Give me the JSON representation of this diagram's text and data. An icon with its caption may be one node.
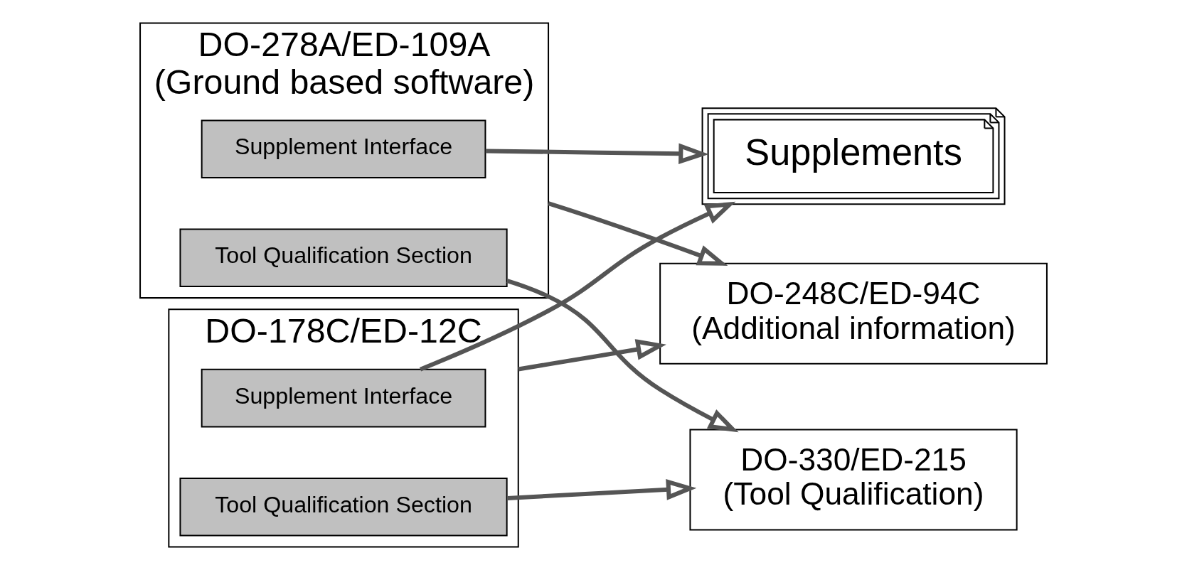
{
  "diagram": {
    "nodes": [
      {
        "text": [
          "DO-278A/ED-109A",
          "(Ground based software)"
        ]
      },
      {
        "text": [
          "Supplement Interface"
        ],
        "in": 0
      },
      {
        "text": [
          "Tool Qualification Section"
        ],
        "in": 0
      },
      {
        "text": [
          "Supplements"
        ]
      },
      {
        "text": [
          "DO-330/ED-215",
          "(Tool Qualification)"
        ]
      },
      {
        "text": [
          "DO-178C/ED-12C"
        ]
      },
      {
        "text": [
          "Supplement Interface"
        ],
        "in": 5
      },
      {
        "text": [
          "Tool Qualification Section"
        ],
        "in": 5
      },
      {
        "text": [
          "DO-248C/ED-94C",
          "(Additional information)"
        ]
      }
    ],
    "edges": [
      {
        "from": 1,
        "to": 3,
        "arrow": "to"
      },
      {
        "from": 6,
        "to": 3,
        "arrow": "to"
      },
      {
        "from": 2,
        "to": 4,
        "arrow": "to"
      },
      {
        "from": 7,
        "to": 4,
        "arrow": "to"
      },
      {
        "from": 0,
        "to": 8,
        "arrow": "to"
      },
      {
        "from": 5,
        "to": 8,
        "arrow": "to"
      }
    ]
  }
}
